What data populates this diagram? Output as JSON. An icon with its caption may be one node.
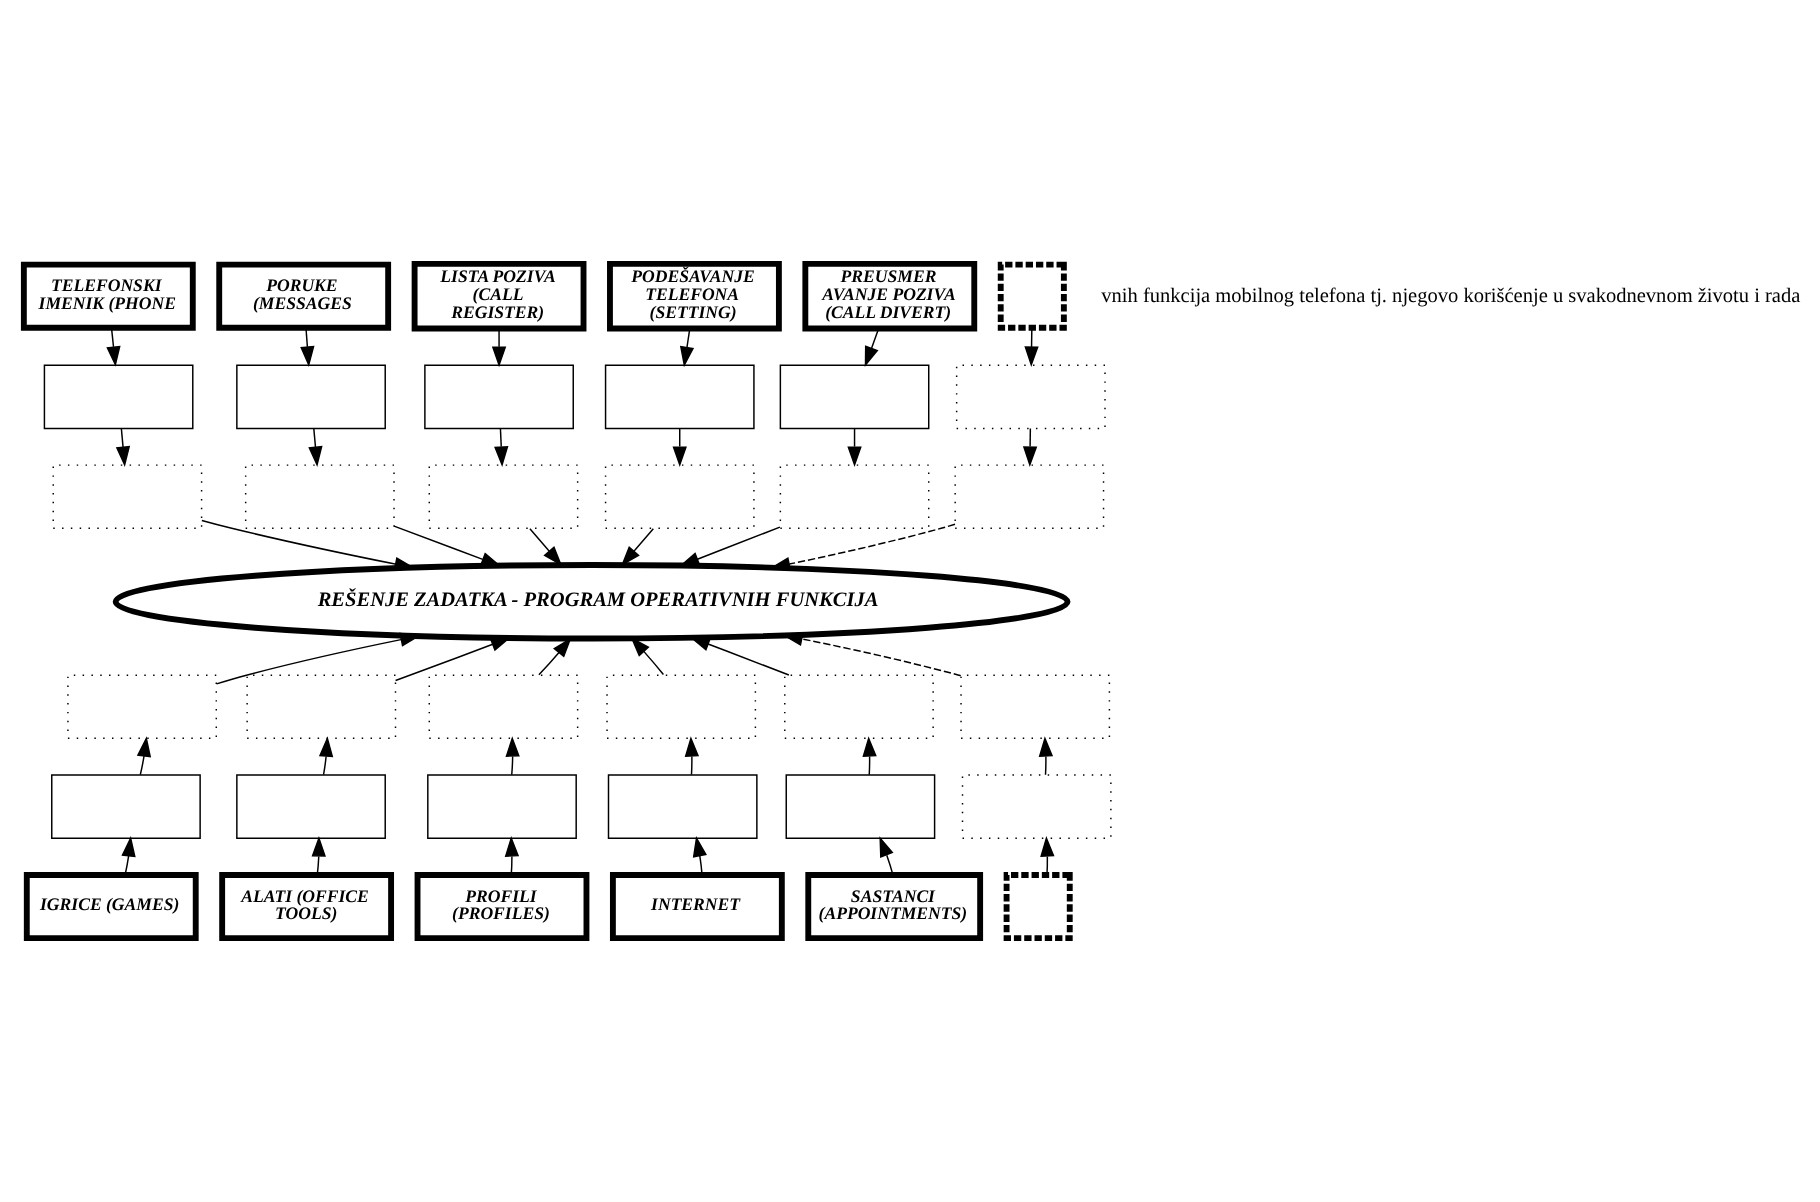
{
  "diagram": {
    "nodes": [
      {
        "text": [
          "TELEFONSKI IMENIK (PHONE"
        ]
      },
      {
        "text": [
          "PORUKE (MESSAGES"
        ]
      },
      {
        "text": [
          "LISTA POZIVA (CALL REGISTER)"
        ]
      },
      {
        "text": [
          "PODEŠAVANJE TELEFONA (SETTING)"
        ]
      },
      {
        "text": [
          "PREUSMER AVANJE POZIVA (CALL DIVERT)"
        ]
      },
      {
        "text": [],
        "shape": "box"
      },
      {
        "text": [],
        "shape": "box"
      },
      {
        "text": [],
        "shape": "box"
      },
      {
        "text": [],
        "shape": "box"
      },
      {
        "text": [],
        "shape": "box"
      },
      {
        "text": [],
        "shape": "box"
      },
      {
        "text": [],
        "shape": "box"
      },
      {
        "text": [],
        "shape": "box"
      },
      {
        "text": [],
        "shape": "box"
      },
      {
        "text": [],
        "shape": "box"
      },
      {
        "text": [],
        "shape": "box"
      },
      {
        "text": [],
        "shape": "box"
      },
      {
        "text": [],
        "shape": "box"
      },
      {
        "text": [
          "REŠENJE ZADATKA - PROGRAM OPERATIVNIH FUNKCIJA"
        ]
      },
      {
        "text": [],
        "shape": "box"
      },
      {
        "text": [],
        "shape": "box"
      },
      {
        "text": [],
        "shape": "box"
      },
      {
        "text": [],
        "shape": "box"
      },
      {
        "text": [],
        "shape": "box"
      },
      {
        "text": [],
        "shape": "box"
      },
      {
        "text": [],
        "shape": "box"
      },
      {
        "text": [],
        "shape": "box"
      },
      {
        "text": [],
        "shape": "box"
      },
      {
        "text": [],
        "shape": "box"
      },
      {
        "text": [],
        "shape": "box"
      },
      {
        "text": [],
        "shape": "box"
      },
      {
        "text": [
          "IGRICE (GAMES)"
        ]
      },
      {
        "text": [
          "ALATI (OFFICE TOOLS)"
        ]
      },
      {
        "text": [
          "PROFILI (PROFILES)"
        ]
      },
      {
        "text": [
          "INTERNET"
        ]
      },
      {
        "text": [
          "SASTANCI (APPOINTMENTS)"
        ]
      },
      {
        "text": [],
        "shape": "box"
      }
    ],
    "edges": [
      {
        "from": 0,
        "to": 6,
        "arrow": "to"
      },
      {
        "from": 1,
        "to": 7,
        "arrow": "to"
      },
      {
        "from": 2,
        "to": 8,
        "arrow": "to"
      },
      {
        "from": 3,
        "to": 9,
        "arrow": "to"
      },
      {
        "from": 4,
        "to": 10,
        "arrow": "to"
      },
      {
        "from": 5,
        "to": 11,
        "arrow": "to"
      },
      {
        "from": 6,
        "to": 12,
        "arrow": "to"
      },
      {
        "from": 7,
        "to": 13,
        "arrow": "to"
      },
      {
        "from": 8,
        "to": 14,
        "arrow": "to"
      },
      {
        "from": 9,
        "to": 15,
        "arrow": "to"
      },
      {
        "from": 10,
        "to": 16,
        "arrow": "to"
      },
      {
        "from": 11,
        "to": 17,
        "arrow": "to"
      },
      {
        "from": 12,
        "to": 18,
        "arrow": "to"
      },
      {
        "from": 13,
        "to": 18,
        "arrow": "to"
      },
      {
        "from": 14,
        "to": 18,
        "arrow": "to"
      },
      {
        "from": 15,
        "to": 18,
        "arrow": "to"
      },
      {
        "from": 16,
        "to": 18,
        "arrow": "to"
      },
      {
        "from": 17,
        "to": 18,
        "arrow": "to",
        "style": "dashed"
      },
      {
        "from": 19,
        "to": 18,
        "arrow": "to"
      },
      {
        "from": 20,
        "to": 18,
        "arrow": "to"
      },
      {
        "from": 21,
        "to": 18,
        "arrow": "to"
      },
      {
        "from": 22,
        "to": 18,
        "arrow": "to"
      },
      {
        "from": 23,
        "to": 18,
        "arrow": "to"
      },
      {
        "from": 24,
        "to": 18,
        "arrow": "to",
        "style": "dashed"
      },
      {
        "from": 25,
        "to": 19,
        "arrow": "to"
      },
      {
        "from": 26,
        "to": 20,
        "arrow": "to"
      },
      {
        "from": 27,
        "to": 21,
        "arrow": "to"
      },
      {
        "from": 28,
        "to": 22,
        "arrow": "to"
      },
      {
        "from": 29,
        "to": 23,
        "arrow": "to"
      },
      {
        "from": 30,
        "to": 24,
        "arrow": "to"
      },
      {
        "from": 31,
        "to": 25,
        "arrow": "to"
      },
      {
        "from": 32,
        "to": 26,
        "arrow": "to"
      },
      {
        "from": 33,
        "to": 27,
        "arrow": "to"
      },
      {
        "from": 34,
        "to": 28,
        "arrow": "to"
      },
      {
        "from": 35,
        "to": 29,
        "arrow": "to"
      },
      {
        "from": 36,
        "to": 30,
        "arrow": "to"
      }
    ],
    "labels": [
      "vnih funkcija mobilnog telefona tj. njegovo korišćenje u svakodnevnom životu i rada"
    ]
  }
}
